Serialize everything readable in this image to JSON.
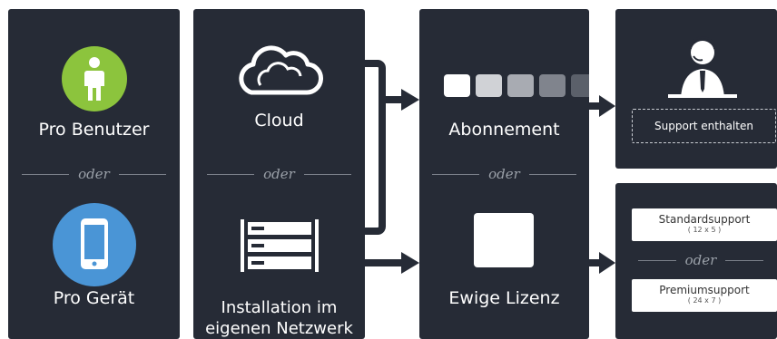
{
  "col1": {
    "top_label": "Pro Benutzer",
    "separator": "oder",
    "bottom_label": "Pro Gerät",
    "colors": {
      "user_circle": "#8cc43d",
      "device_circle": "#4a95d6"
    }
  },
  "col2": {
    "top_label": "Cloud",
    "separator": "oder",
    "bottom_label_line1": "Installation im",
    "bottom_label_line2": "eigenen Netzwerk"
  },
  "col3": {
    "top_label": "Abonnement",
    "separator": "oder",
    "bottom_label": "Ewige Lizenz"
  },
  "col4_top": {
    "support_box": "Support enthalten"
  },
  "col4_bottom": {
    "standard_label": "Standardsupport",
    "standard_hours": "( 12 x 5 )",
    "separator": "oder",
    "premium_label": "Premiumsupport",
    "premium_hours": "( 24 x 7 )"
  },
  "colors": {
    "panel": "#262b36",
    "accent_text": "#ffffff"
  }
}
